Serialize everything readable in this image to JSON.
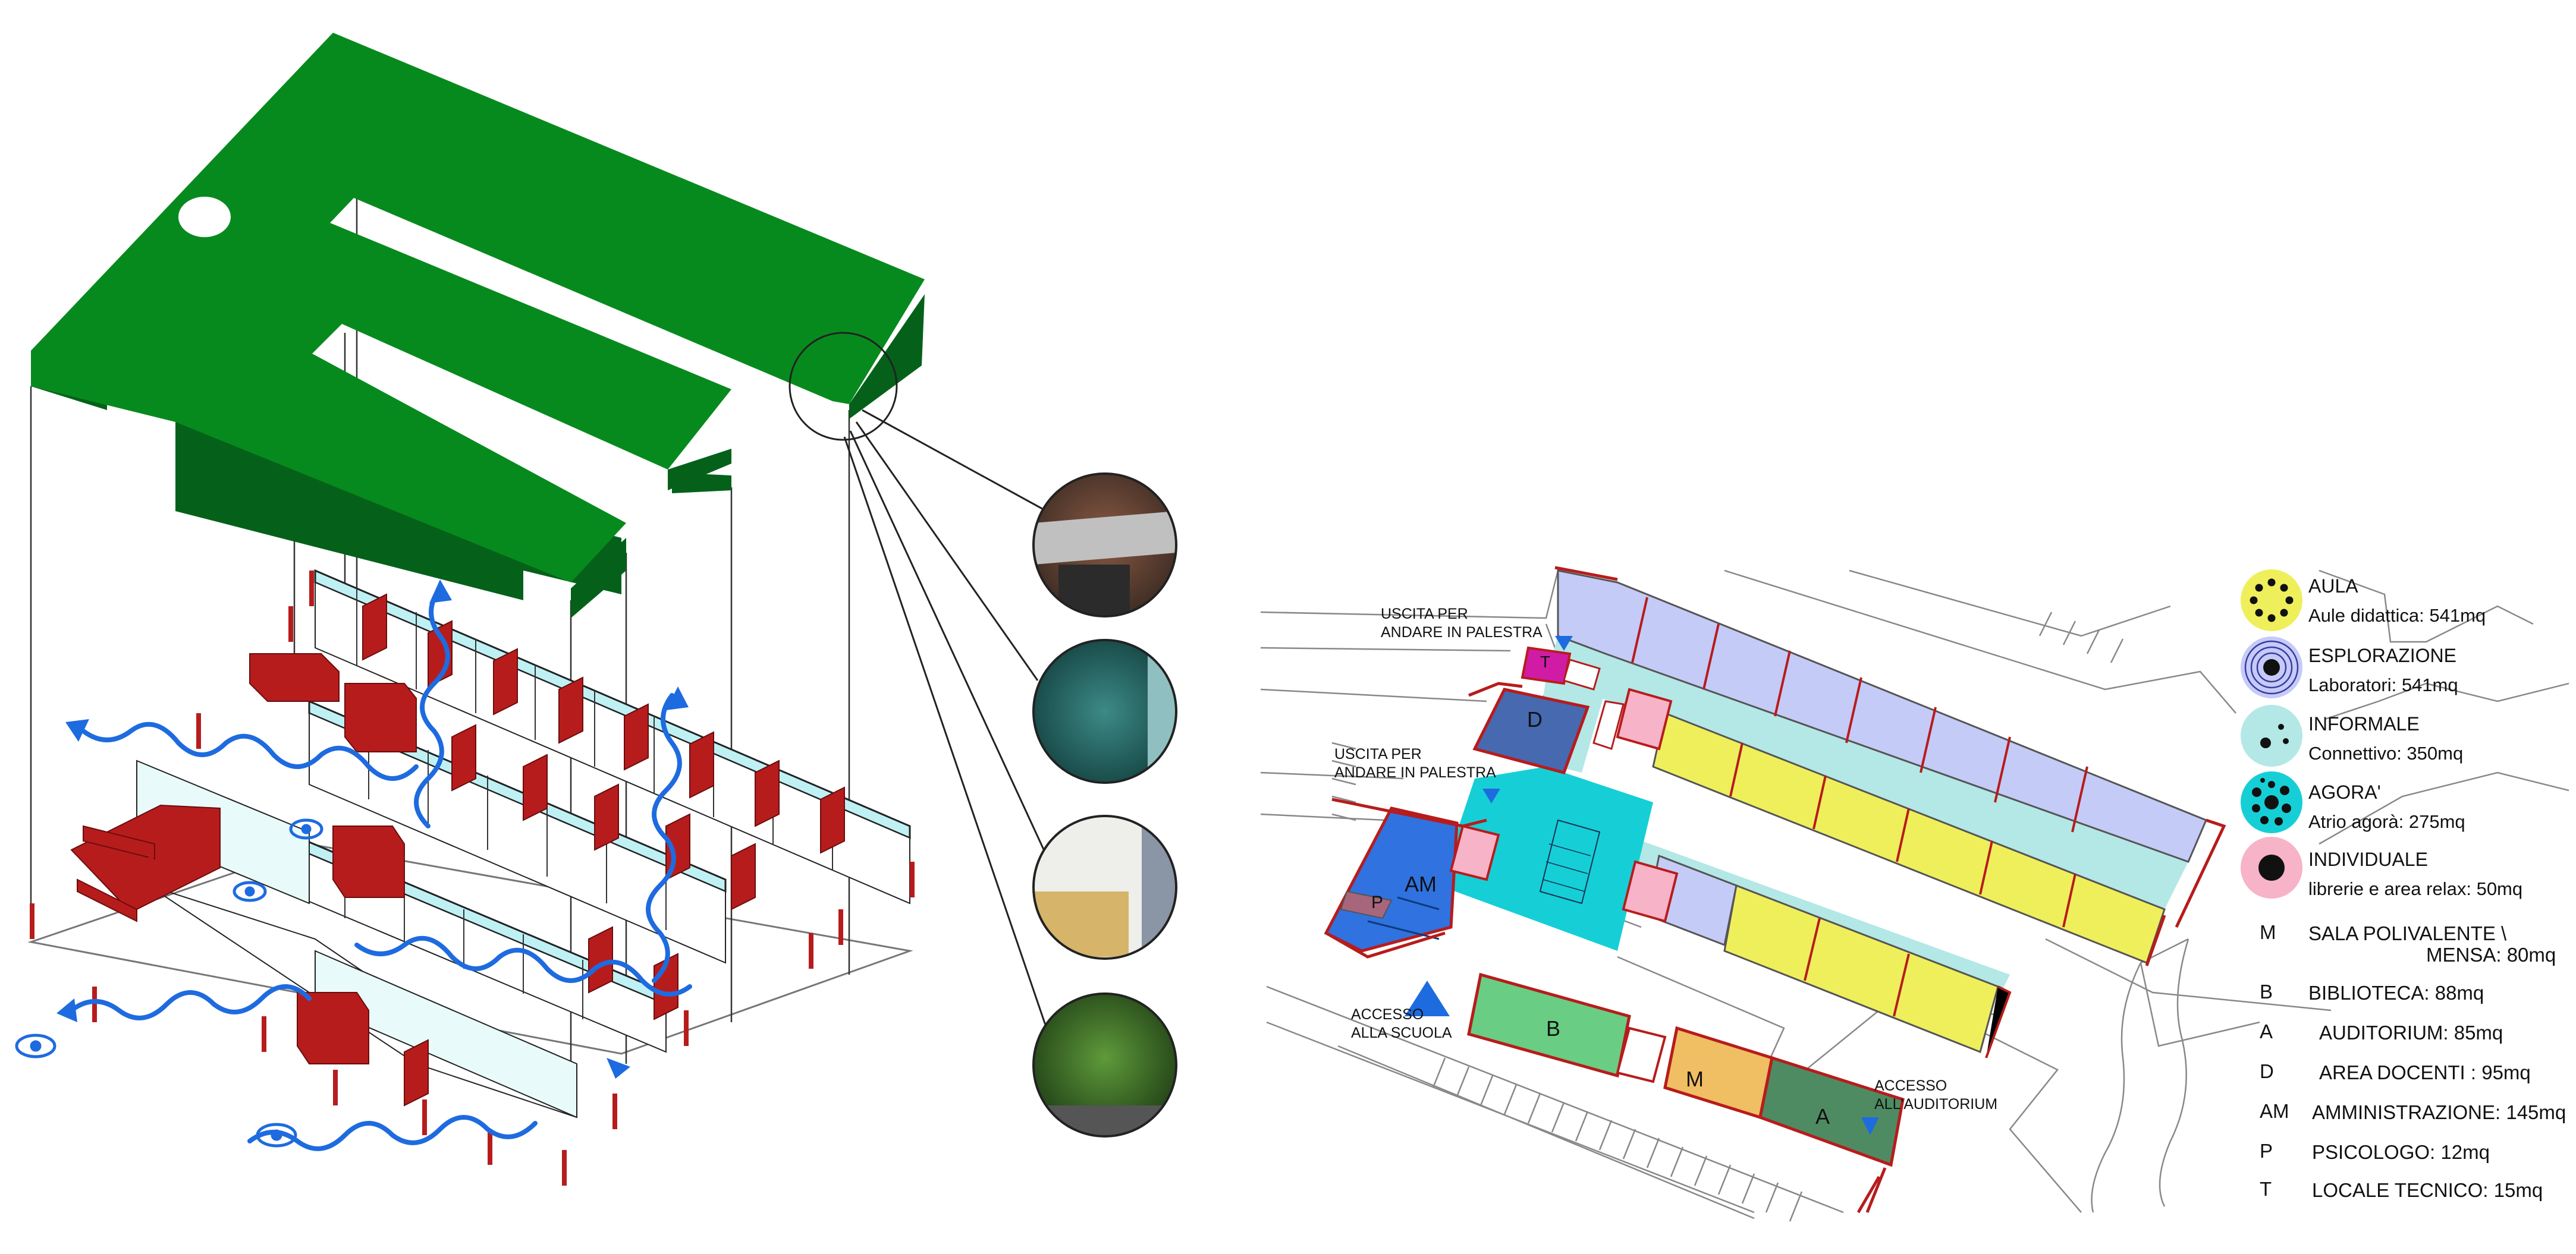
{
  "colors": {
    "roof": "#078a1d",
    "roof_shadow": "#05611a",
    "wall_red": "#b71c1c",
    "glass": "#bff1f4",
    "arrow_blue": "#1e6be0",
    "aula": "#efef5c",
    "esplorazione": "#c5cbf7",
    "informale": "#b3e8e6",
    "agora": "#16cfd6",
    "individuale": "#f7b3c8",
    "blue_d": "#4669b0",
    "blue_am": "#2f72e0",
    "magenta_t": "#d01ca4",
    "mauve_p": "#a8667c",
    "green_b": "#69cd83",
    "orange_m": "#f0be63",
    "green_a": "#4e8b63"
  },
  "icons": [
    "eye-icon",
    "wavy-arrow-icon",
    "triangle-marker-icon",
    "aula-icon",
    "esplorazione-icon",
    "informale-icon",
    "agora-icon",
    "individuale-icon"
  ],
  "plan_labels": {
    "uscita_1": [
      "USCITA PER",
      "ANDARE IN PALESTRA"
    ],
    "uscita_2": [
      "USCITA PER",
      "ANDARE IN PALESTRA"
    ],
    "accesso_scuola": [
      "ACCESSO",
      "ALLA SCUOLA"
    ],
    "accesso_auditorium": [
      "ACCESSO",
      "ALL'AUDITORIUM"
    ]
  },
  "zones": {
    "t": "T",
    "d": "D",
    "am": "AM",
    "p": "P",
    "b": "B",
    "m": "M",
    "a": "A"
  },
  "legend": {
    "categories": [
      {
        "title": "AULA",
        "desc": "Aule didattica: 541mq",
        "icon": "aula-icon"
      },
      {
        "title": "ESPLORAZIONE",
        "desc": "Laboratori: 541mq",
        "icon": "esplorazione-icon"
      },
      {
        "title": "INFORMALE",
        "desc": "Connettivo: 350mq",
        "icon": "informale-icon"
      },
      {
        "title": "AGORA'",
        "desc": "Atrio agorà: 275mq",
        "icon": "agora-icon"
      },
      {
        "title": "INDIVIDUALE",
        "desc": "librerie e area relax: 50mq",
        "icon": "individuale-icon"
      }
    ],
    "rooms": [
      {
        "letter": "M",
        "text": "SALA POLIVALENTE \\",
        "text2": "MENSA: 80mq"
      },
      {
        "letter": "B",
        "text": "BIBLIOTECA: 88mq"
      },
      {
        "letter": "A",
        "text": "AUDITORIUM: 85mq"
      },
      {
        "letter": "D",
        "text": "AREA DOCENTI : 95mq"
      },
      {
        "letter": "AM",
        "text": "AMMINISTRAZIONE: 145mq"
      },
      {
        "letter": "P",
        "text": "PSICOLOGO: 12mq"
      },
      {
        "letter": "T",
        "text": "LOCALE TECNICO: 15mq"
      }
    ]
  }
}
